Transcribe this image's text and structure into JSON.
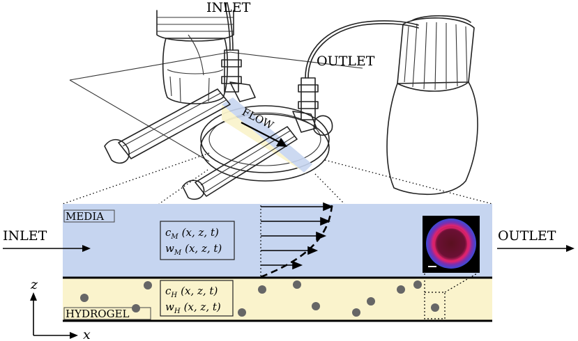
{
  "labels": {
    "inlet_top": "INLET",
    "outlet_top": "OUTLET",
    "flow": "FLOW",
    "inlet_side": "INLET",
    "outlet_side": "OUTLET",
    "media": "MEDIA",
    "hydrogel": "HYDROGEL"
  },
  "equations": {
    "media": [
      {
        "sym": "c",
        "sub": "M",
        "args": "(x, z, t)"
      },
      {
        "sym": "w",
        "sub": "M",
        "args": "(x, z, t)"
      }
    ],
    "hydrogel": [
      {
        "sym": "c",
        "sub": "H",
        "args": "(x, z, t)"
      },
      {
        "sym": "w",
        "sub": "H",
        "args": "(x, z, t)"
      }
    ]
  },
  "axes": {
    "vertical": "z",
    "horizontal": "x"
  },
  "colors": {
    "media": "#c6d5f0",
    "hydrogel": "#faf3cc",
    "particle": "#666666",
    "spheroid_outer": "#3a4bd8",
    "spheroid_ring": "#e0246e"
  }
}
